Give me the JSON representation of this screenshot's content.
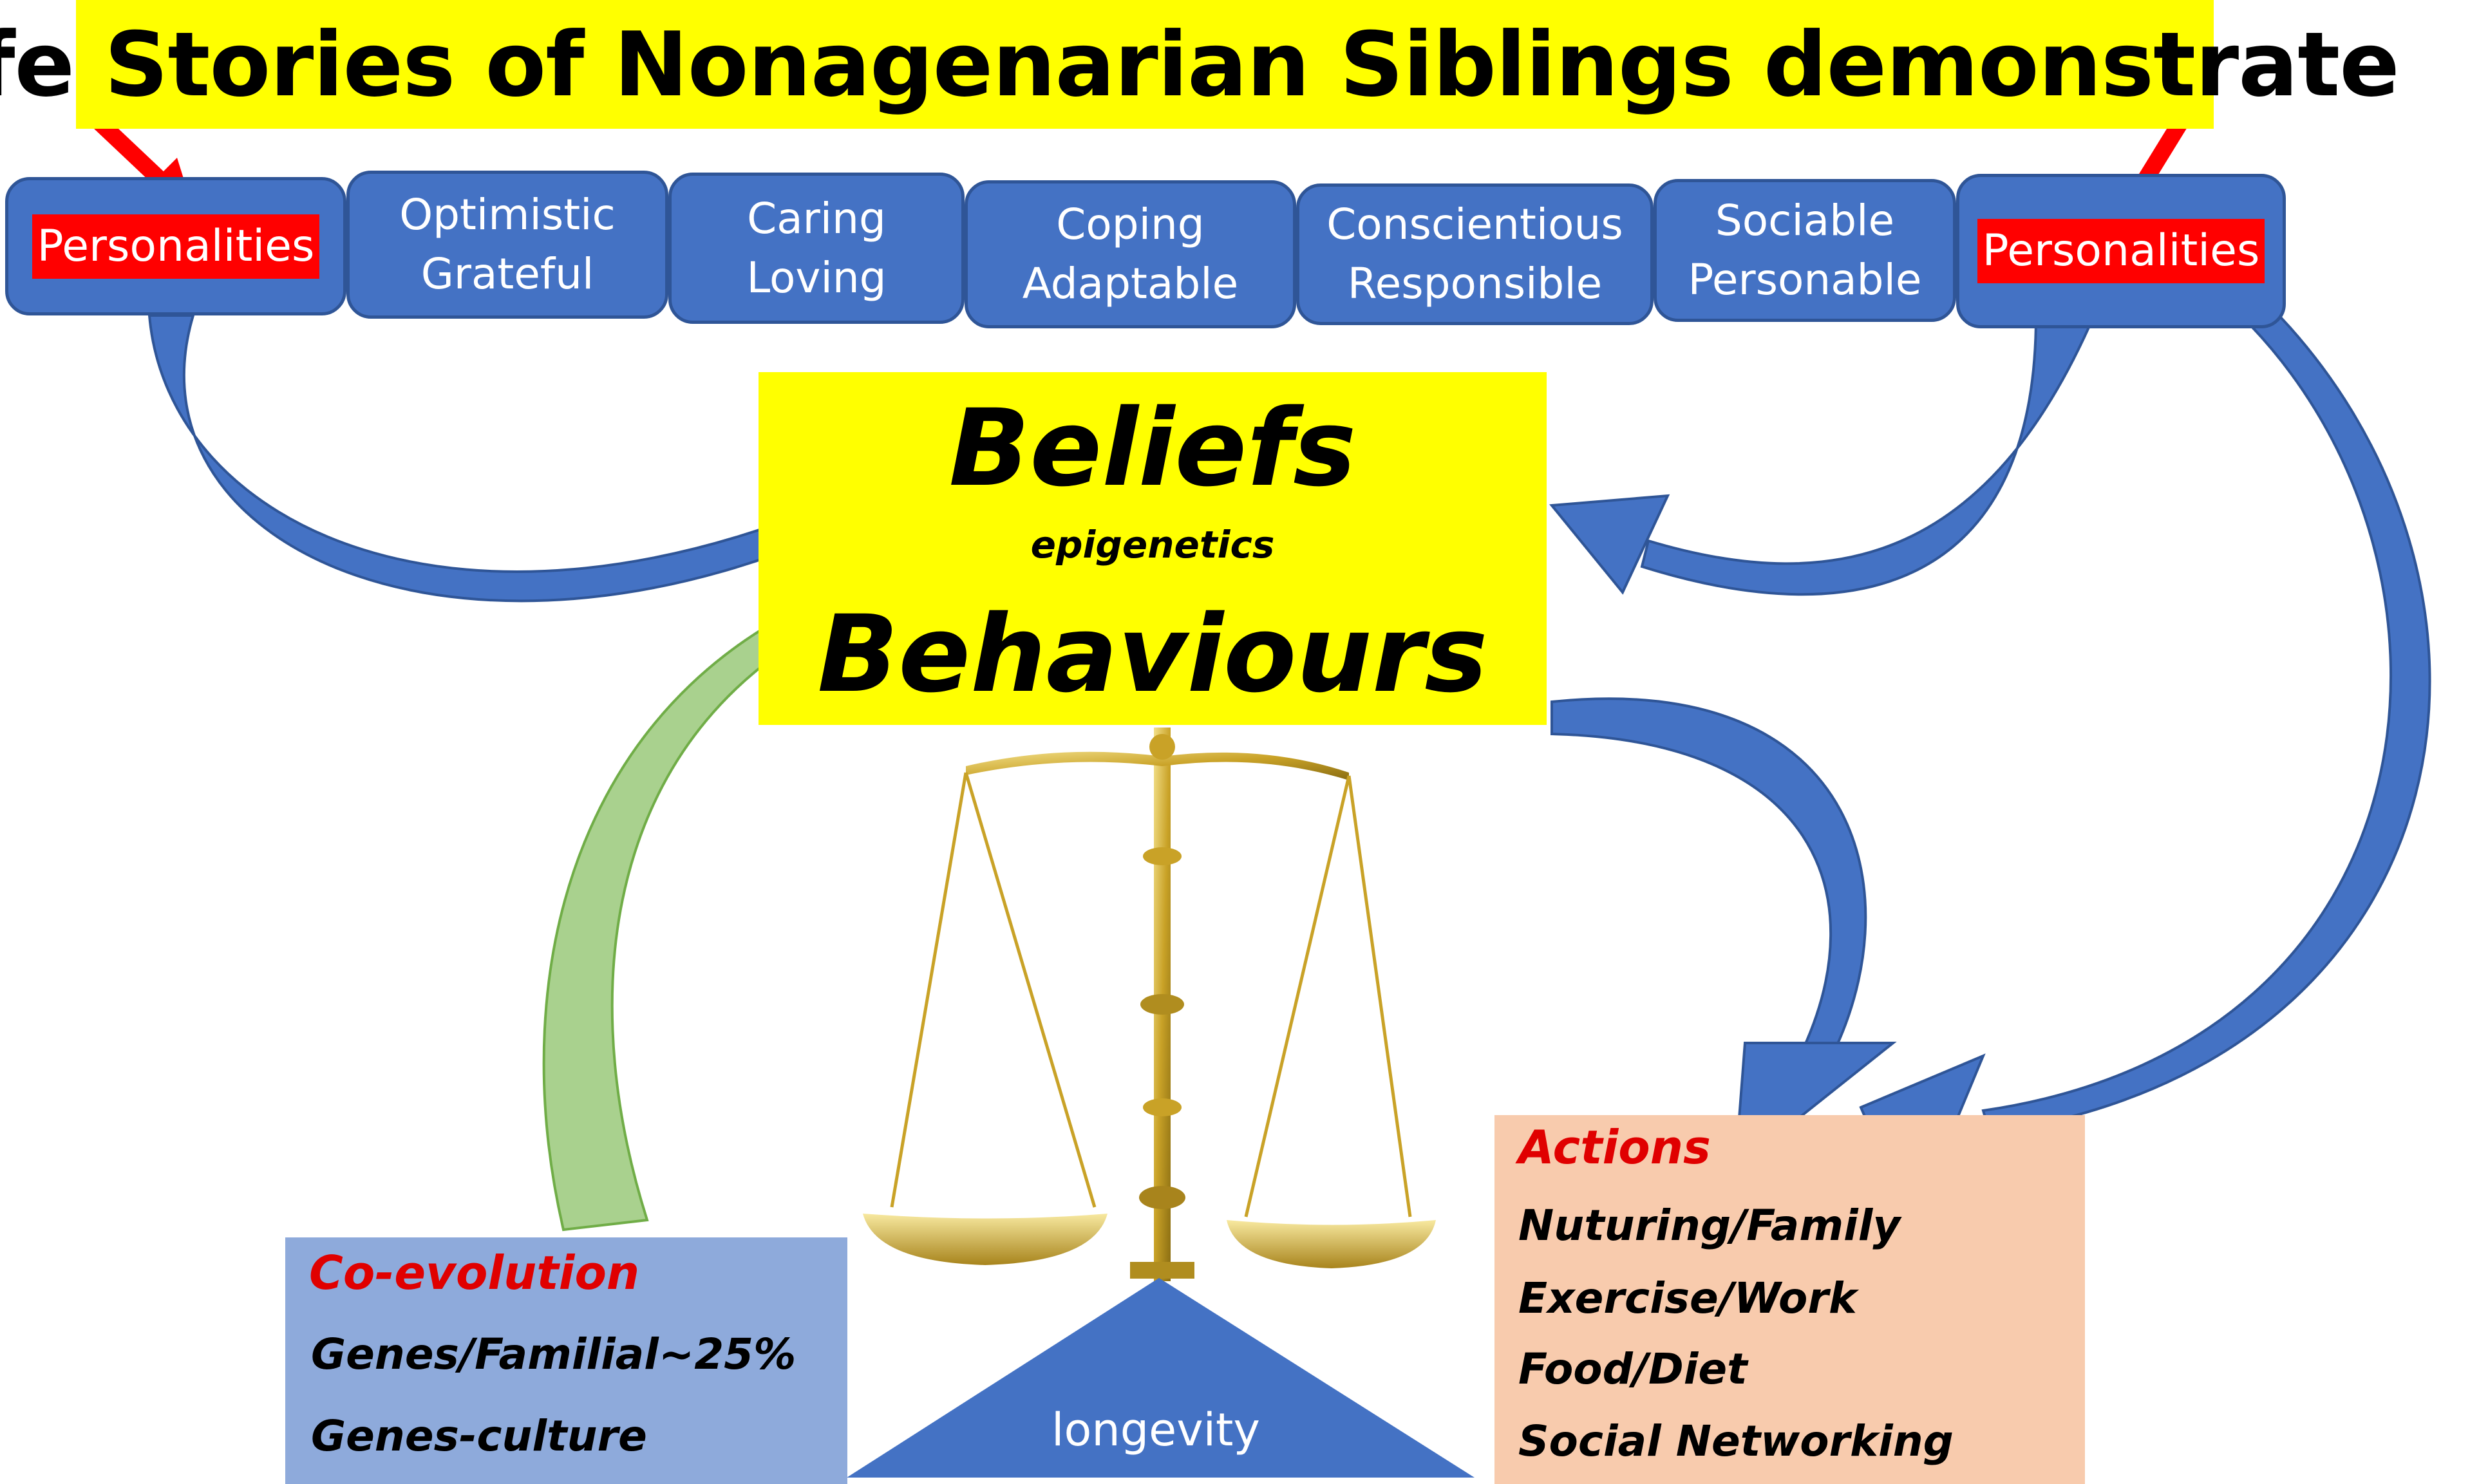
{
  "title": "Life Stories of Nonagenarian Siblings demonstrate",
  "personalities_left": "Personalities",
  "personalities_right": "Personalities",
  "traits": [
    {
      "line1": "Optimistic",
      "line2": "Grateful"
    },
    {
      "line1": "Caring",
      "line2": "Loving"
    },
    {
      "line1": "Coping",
      "line2": "Adaptable"
    },
    {
      "line1": "Conscientious",
      "line2": "Responsible"
    },
    {
      "line1": "Sociable",
      "line2": "Personable"
    }
  ],
  "center": {
    "beliefs": "Beliefs",
    "epigenetics": "epigenetics",
    "behaviours": "Behaviours"
  },
  "coevolution": {
    "heading": "Co-evolution",
    "items": [
      "Genes/Familial~25%",
      "Genes-culture"
    ]
  },
  "actions": {
    "heading": "Actions",
    "items": [
      "Nuturing/Family",
      "Exercise/Work",
      "Food/Diet",
      "Social Networking"
    ]
  },
  "longevity": "longevity",
  "colors": {
    "title_bg": "#ffff00",
    "box_blue": "#4472c4",
    "arrow_blue": "#4472c4",
    "arrow_green": "#a9d18e",
    "label_red": "#ff0000",
    "coevo_bg": "#8eaadb",
    "actions_bg": "#f8cbad"
  }
}
